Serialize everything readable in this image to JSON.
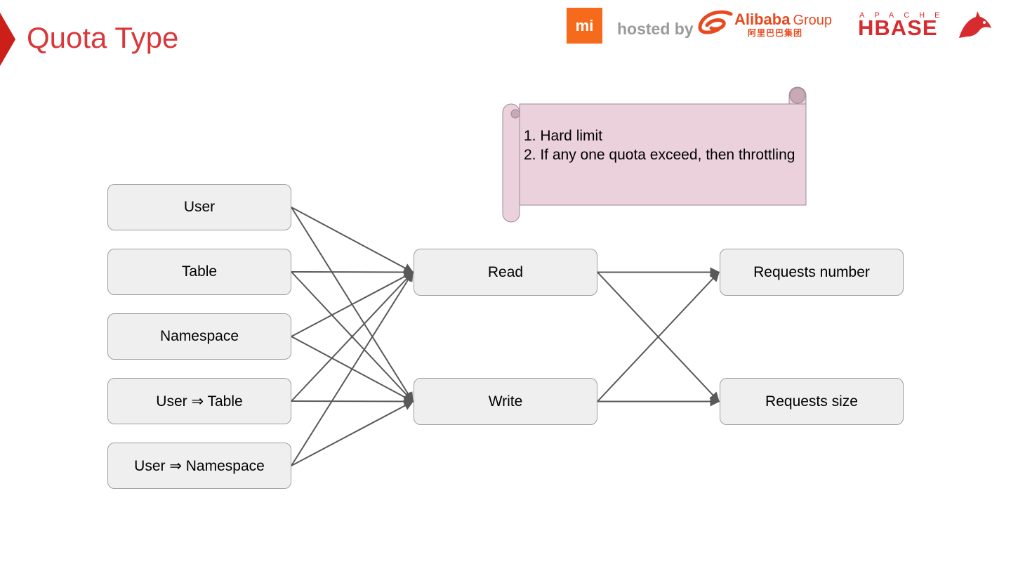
{
  "slide": {
    "title": "Quota Type",
    "accent_color": "#cc1f1a",
    "title_color": "#d9383a"
  },
  "logos": {
    "mi_text": "mi",
    "hosted_by": "hosted by",
    "alibaba_name": "Alibaba",
    "alibaba_group": "Group",
    "alibaba_cn": "阿里巴巴集团",
    "apache": "APACHE",
    "hbase": "HBASE"
  },
  "diagram": {
    "sources": [
      {
        "id": "user",
        "label": "User"
      },
      {
        "id": "table",
        "label": "Table"
      },
      {
        "id": "namespace",
        "label": "Namespace"
      },
      {
        "id": "user_table",
        "label": "User ⇒ Table"
      },
      {
        "id": "user_namespace",
        "label": "User ⇒ Namespace"
      }
    ],
    "operations": [
      {
        "id": "read",
        "label": "Read"
      },
      {
        "id": "write",
        "label": "Write"
      }
    ],
    "metrics": [
      {
        "id": "req_number",
        "label": "Requests number"
      },
      {
        "id": "req_size",
        "label": "Requests size"
      }
    ],
    "edges": [
      [
        "user",
        "read"
      ],
      [
        "user",
        "write"
      ],
      [
        "table",
        "read"
      ],
      [
        "table",
        "write"
      ],
      [
        "namespace",
        "read"
      ],
      [
        "namespace",
        "write"
      ],
      [
        "user_table",
        "read"
      ],
      [
        "user_table",
        "write"
      ],
      [
        "user_namespace",
        "read"
      ],
      [
        "user_namespace",
        "write"
      ],
      [
        "read",
        "req_number"
      ],
      [
        "read",
        "req_size"
      ],
      [
        "write",
        "req_number"
      ],
      [
        "write",
        "req_size"
      ]
    ],
    "note": {
      "lines": [
        "1. Hard limit",
        "2. If any one quota exceed, then throttling"
      ],
      "fill_color": "#ead1dc"
    },
    "box_fill": "#efefef",
    "edge_color": "#595959"
  }
}
